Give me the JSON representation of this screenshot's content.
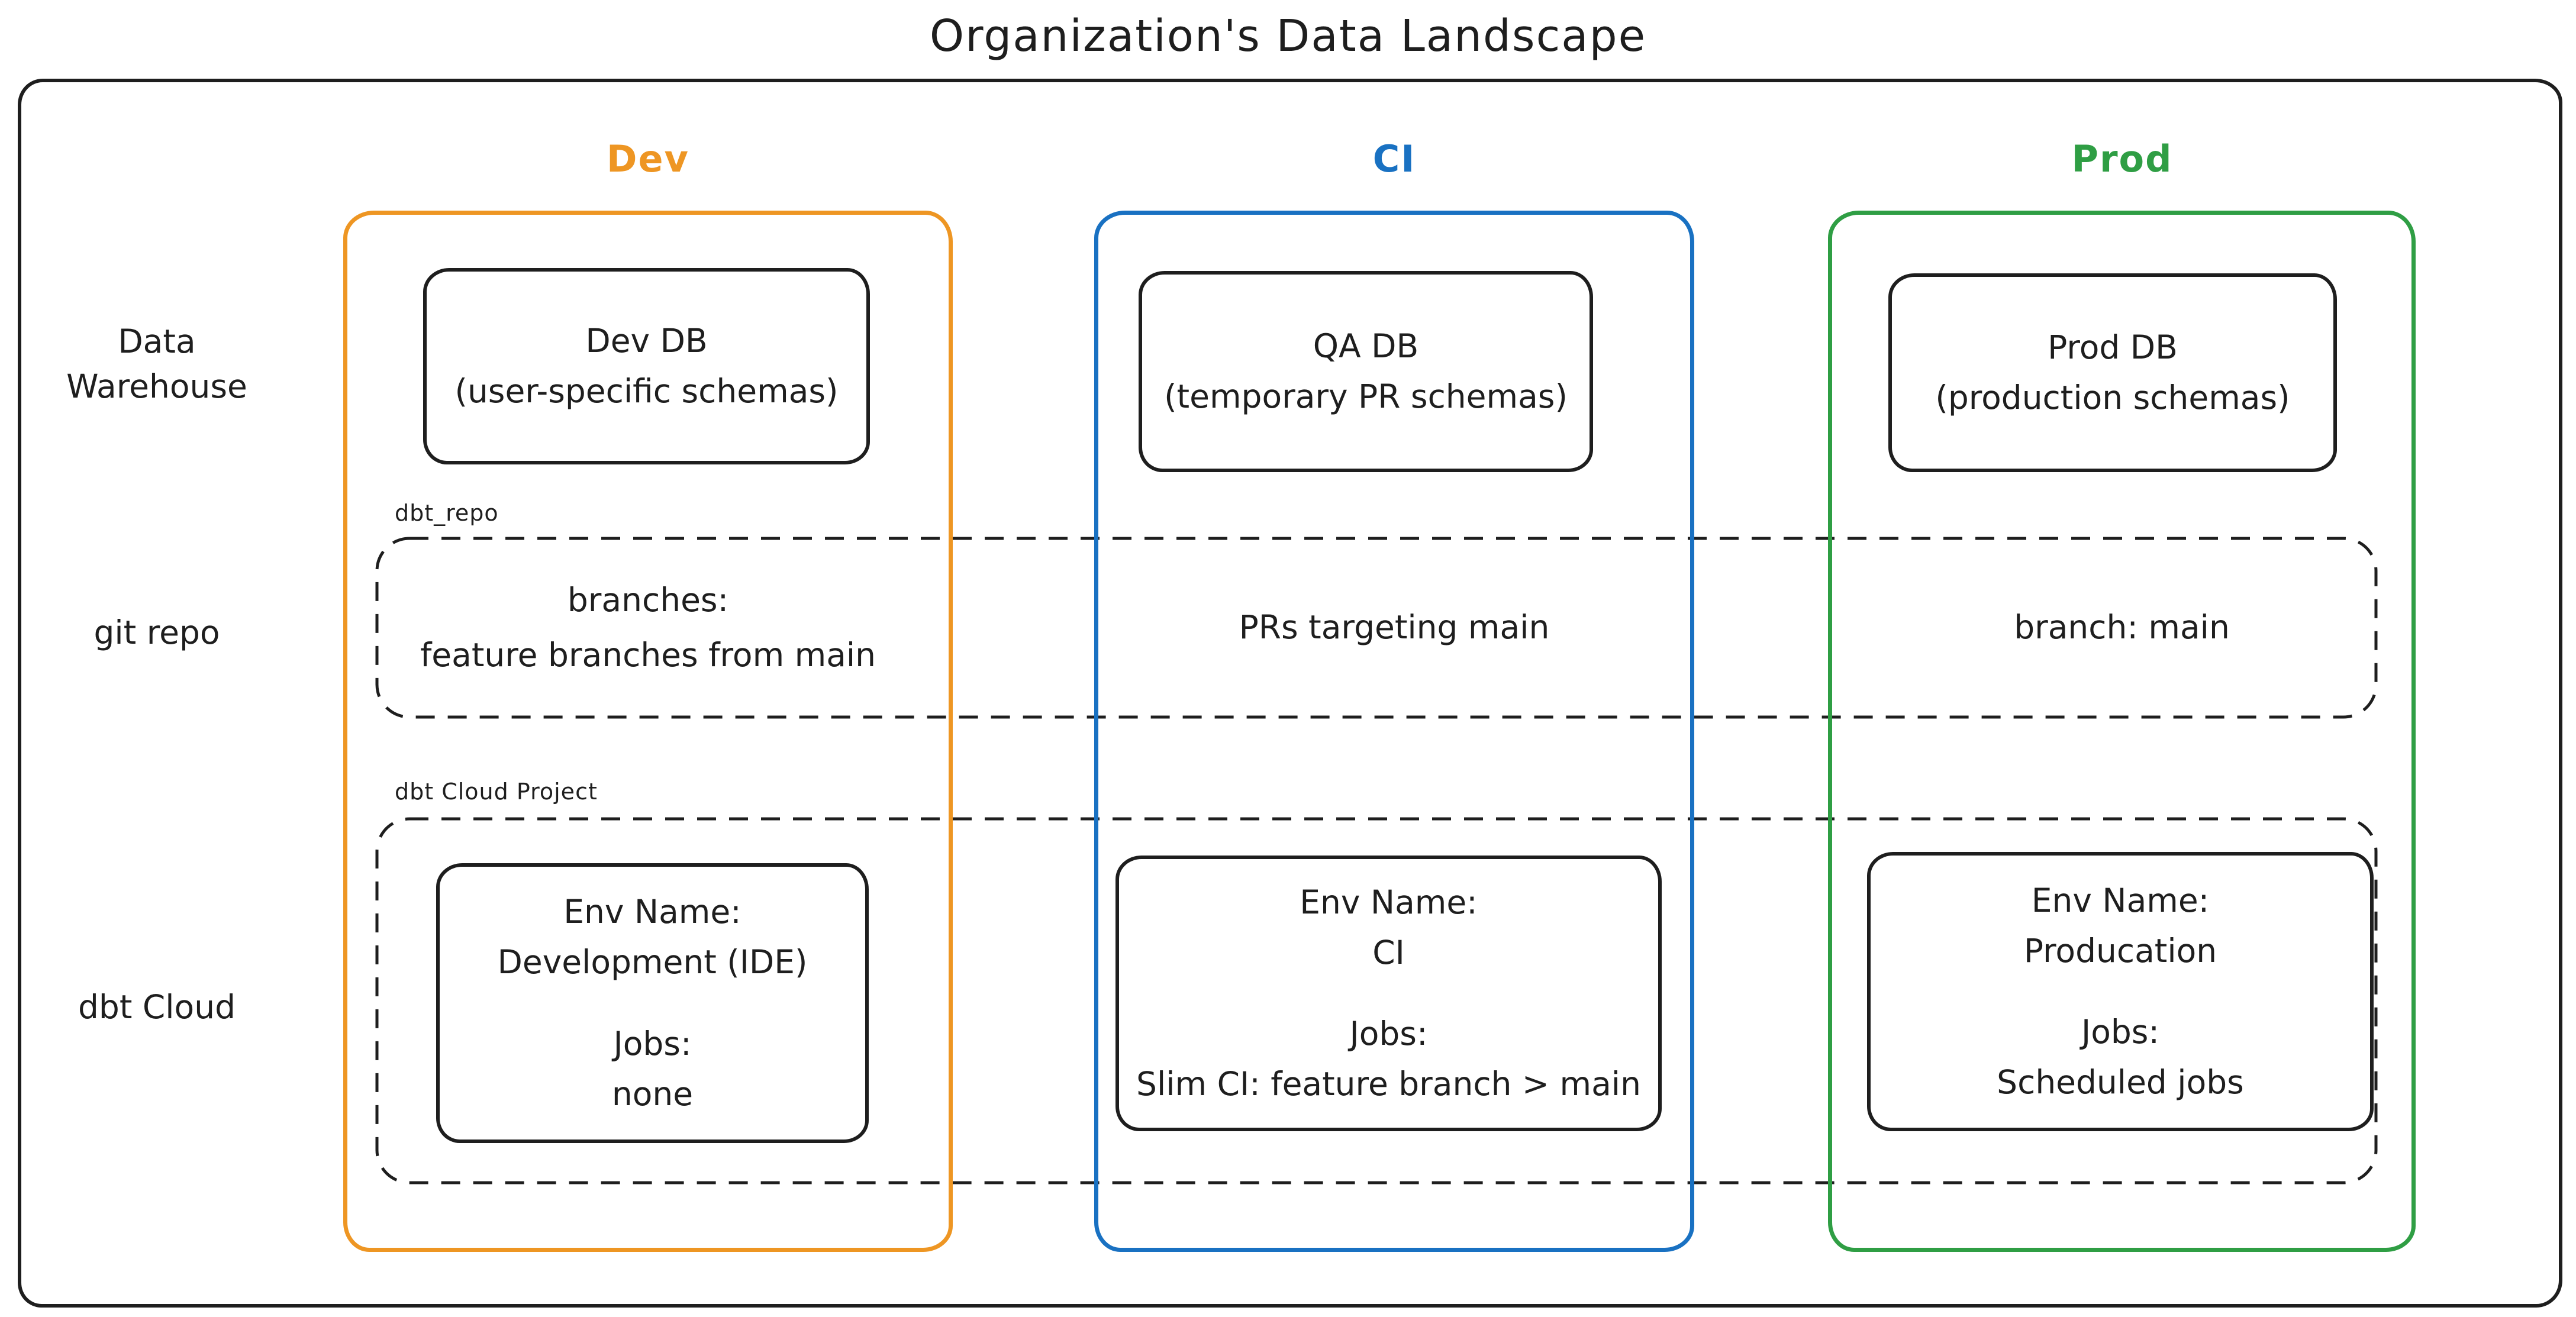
{
  "title": "Organization's Data Landscape",
  "colors": {
    "dev": "#ee9623",
    "ci": "#1971c2",
    "prod": "#2f9e44",
    "stroke": "#1e1e1e"
  },
  "columns": [
    {
      "label": "Dev"
    },
    {
      "label": "CI"
    },
    {
      "label": "Prod"
    }
  ],
  "row_labels": [
    {
      "line1": "Data",
      "line2": "Warehouse"
    },
    {
      "line1": "git repo",
      "line2": ""
    },
    {
      "line1": "dbt Cloud",
      "line2": ""
    }
  ],
  "warehouse_boxes": [
    {
      "line1": "Dev DB",
      "line2": "(user-specific schemas)"
    },
    {
      "line1": "QA DB",
      "line2": "(temporary PR schemas)"
    },
    {
      "line1": "Prod DB",
      "line2": "(production schemas)"
    }
  ],
  "git_repo_band": {
    "label": "dbt_repo",
    "cells": [
      {
        "line1": "branches:",
        "line2": "feature branches from main"
      },
      {
        "line1": "PRs targeting main",
        "line2": ""
      },
      {
        "line1": "branch: main",
        "line2": ""
      }
    ]
  },
  "dbt_cloud_band": {
    "label": "dbt Cloud Project",
    "cells": [
      {
        "env_label": "Env Name:",
        "env_value": "Development (IDE)",
        "jobs_label": "Jobs:",
        "jobs_value": "none"
      },
      {
        "env_label": "Env Name:",
        "env_value": "CI",
        "jobs_label": "Jobs:",
        "jobs_value": "Slim CI: feature branch > main"
      },
      {
        "env_label": "Env Name:",
        "env_value": "Producation",
        "jobs_label": "Jobs:",
        "jobs_value": "Scheduled jobs"
      }
    ]
  }
}
